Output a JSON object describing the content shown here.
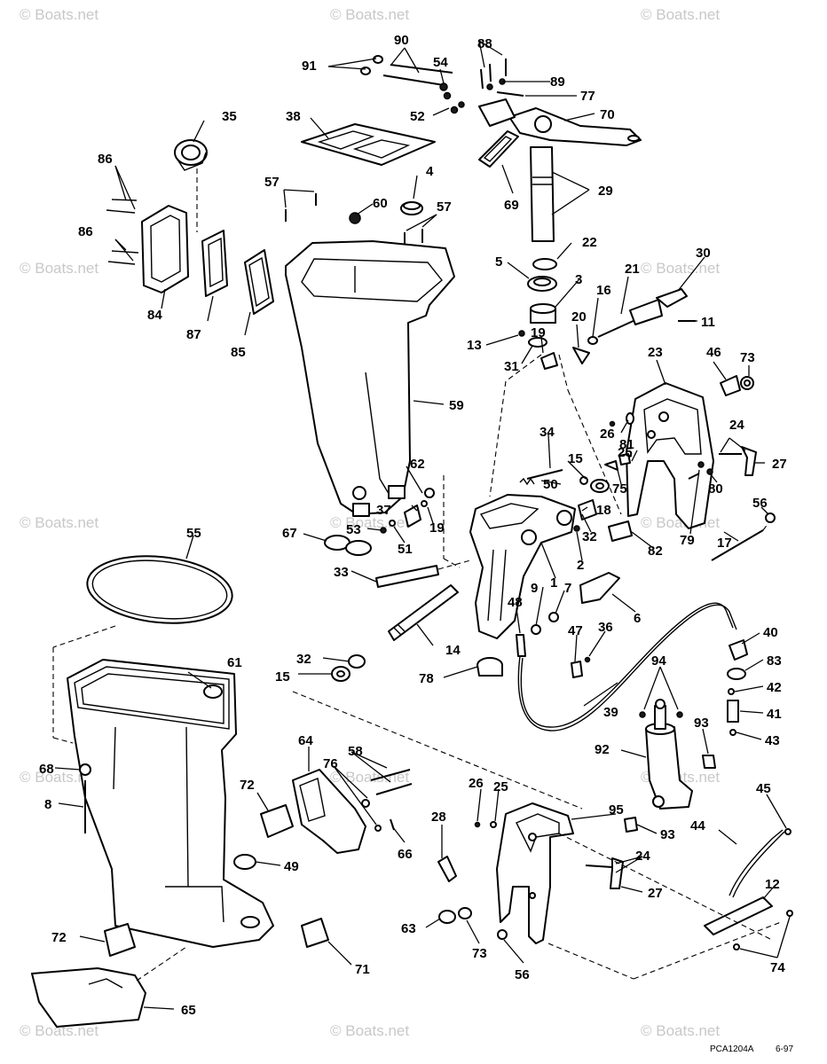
{
  "watermark": "© Boats.net",
  "diagram_code": "PCA1204A",
  "diagram_date": "6-97",
  "callouts": {
    "n1": "1",
    "n2": "2",
    "n3": "3",
    "n4": "4",
    "n5": "5",
    "n6": "6",
    "n7": "7",
    "n8": "8",
    "n9": "9",
    "n11": "11",
    "n12": "12",
    "n13": "13",
    "n14": "14",
    "n15a": "15",
    "n15b": "15",
    "n16": "16",
    "n17": "17",
    "n18": "18",
    "n19a": "19",
    "n19b": "19",
    "n20": "20",
    "n21": "21",
    "n22": "22",
    "n23": "23",
    "n24a": "24",
    "n24b": "24",
    "n25a": "25",
    "n25b": "25",
    "n26a": "26",
    "n26b": "26",
    "n27a": "27",
    "n27b": "27",
    "n28": "28",
    "n29": "29",
    "n30": "30",
    "n31": "31",
    "n32a": "32",
    "n32b": "32",
    "n33": "33",
    "n34": "34",
    "n35": "35",
    "n36": "36",
    "n37": "37",
    "n38": "38",
    "n39": "39",
    "n40": "40",
    "n41": "41",
    "n42": "42",
    "n43": "43",
    "n44": "44",
    "n45": "45",
    "n46": "46",
    "n47": "47",
    "n48": "48",
    "n49": "49",
    "n50": "50",
    "n51": "51",
    "n52": "52",
    "n53": "53",
    "n54": "54",
    "n55": "55",
    "n56a": "56",
    "n56b": "56",
    "n57a": "57",
    "n57b": "57",
    "n58": "58",
    "n59": "59",
    "n60": "60",
    "n61": "61",
    "n62": "62",
    "n63": "63",
    "n64": "64",
    "n65": "65",
    "n66": "66",
    "n67": "67",
    "n68": "68",
    "n69": "69",
    "n70": "70",
    "n71": "71",
    "n72a": "72",
    "n72b": "72",
    "n73a": "73",
    "n73b": "73",
    "n74": "74",
    "n75": "75",
    "n76": "76",
    "n77": "77",
    "n78": "78",
    "n79": "79",
    "n80": "80",
    "n81": "81",
    "n82": "82",
    "n83": "83",
    "n84": "84",
    "n85": "85",
    "n86a": "86",
    "n86b": "86",
    "n87": "87",
    "n88": "88",
    "n89": "89",
    "n90": "90",
    "n91": "91",
    "n92": "92",
    "n93a": "93",
    "n93b": "93",
    "n94": "94",
    "n95": "95"
  }
}
